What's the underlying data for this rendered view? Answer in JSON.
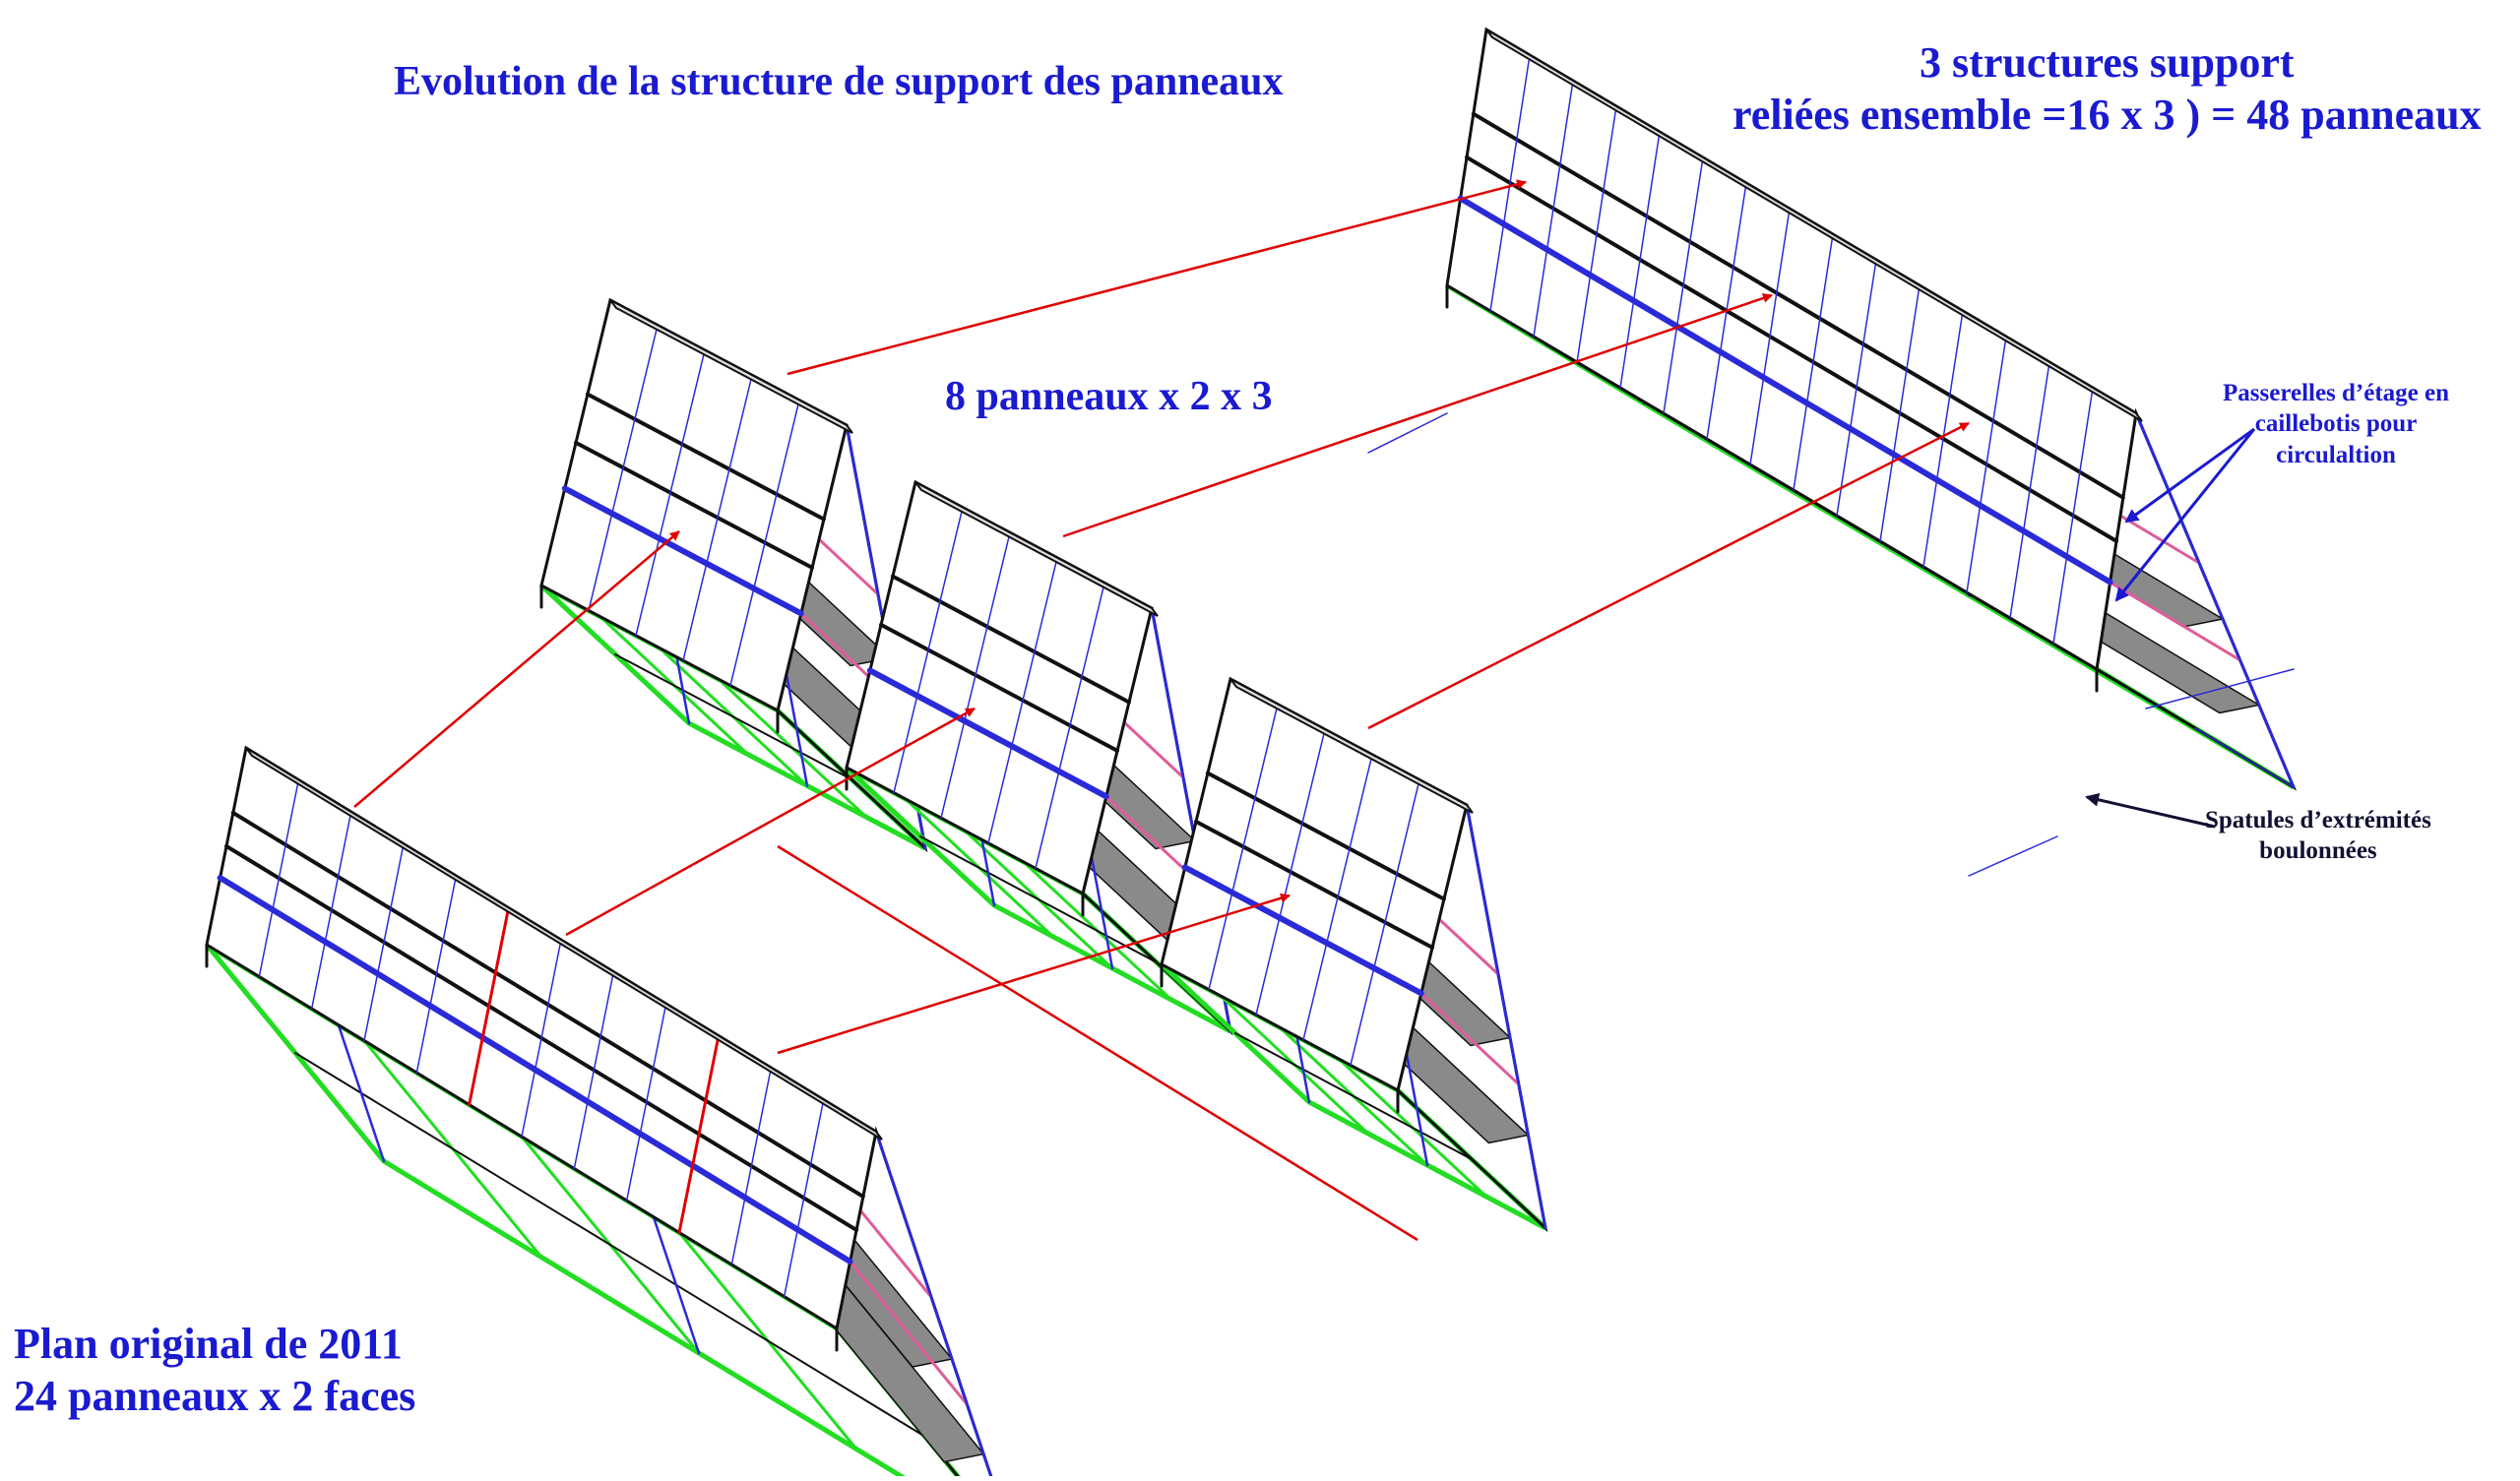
{
  "title": "Evolution de la structure de support des panneaux",
  "labels": {
    "original_line1": "Plan original de 2011",
    "original_line2": "24 panneaux x 2 faces",
    "middle": "8 panneaux x 2 x 3",
    "final_line1": "3 structures support",
    "final_line2": "reliées ensemble =16 x 3 ) = 48 panneaux"
  },
  "annotations": {
    "walkway_line1": "Passerelles d’étage en",
    "walkway_line2": "caillebotis pour",
    "walkway_line3": "circulaltion",
    "spatula_line1": "Spatules d’extrémités",
    "spatula_line2": "boulonnées"
  },
  "colors": {
    "label_blue": "#1a1ad0",
    "annotation_blue": "#1a1ad0",
    "annotation_dark": "#111133",
    "arrow_red": "#e00000",
    "frame_black": "#111111",
    "panel_blue": "#2a2ad8",
    "base_green": "#22dd22",
    "brace_pink": "#e05c9a",
    "walkway_grey": "#8a8a8a"
  }
}
